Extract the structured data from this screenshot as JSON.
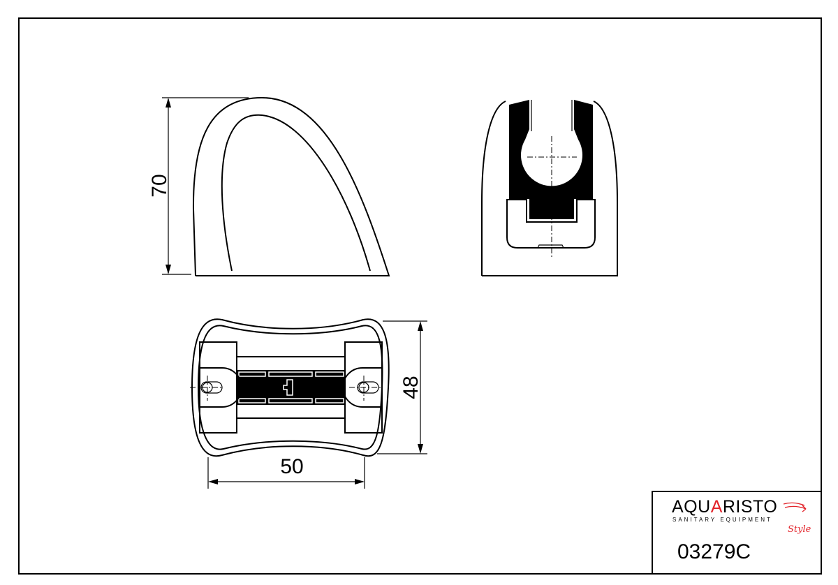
{
  "dimensions": {
    "height": "70",
    "depth": "48",
    "width": "50"
  },
  "title_block": {
    "brand": {
      "name_part1": "AQU",
      "name_accent": "A",
      "name_part2": "RISTO",
      "tagline": "SANITARY EQUIPMENT",
      "script": "Style",
      "accent_color": "#e2232a"
    },
    "part_number": "03279C"
  }
}
